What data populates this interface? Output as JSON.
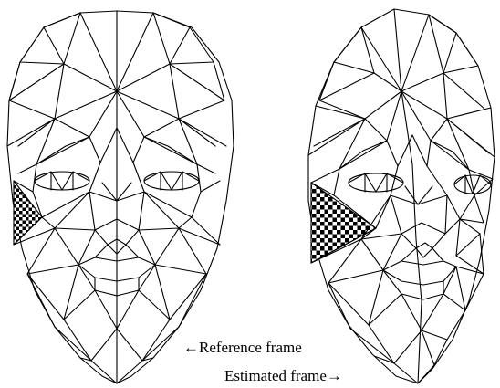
{
  "labels": {
    "reference": "←Reference frame",
    "estimated": "Estimated frame→"
  },
  "panels": [
    {
      "name": "reference",
      "role": "Reference frame",
      "highlight": "left cheek triangle (checkerboard)"
    },
    {
      "name": "estimated",
      "role": "Estimated frame",
      "highlight": "left cheek triangle (checkerboard)"
    }
  ],
  "colors": {
    "line": "#000000",
    "background": "#ffffff",
    "checker_dark": "#000000",
    "checker_light": "#ffffff"
  }
}
